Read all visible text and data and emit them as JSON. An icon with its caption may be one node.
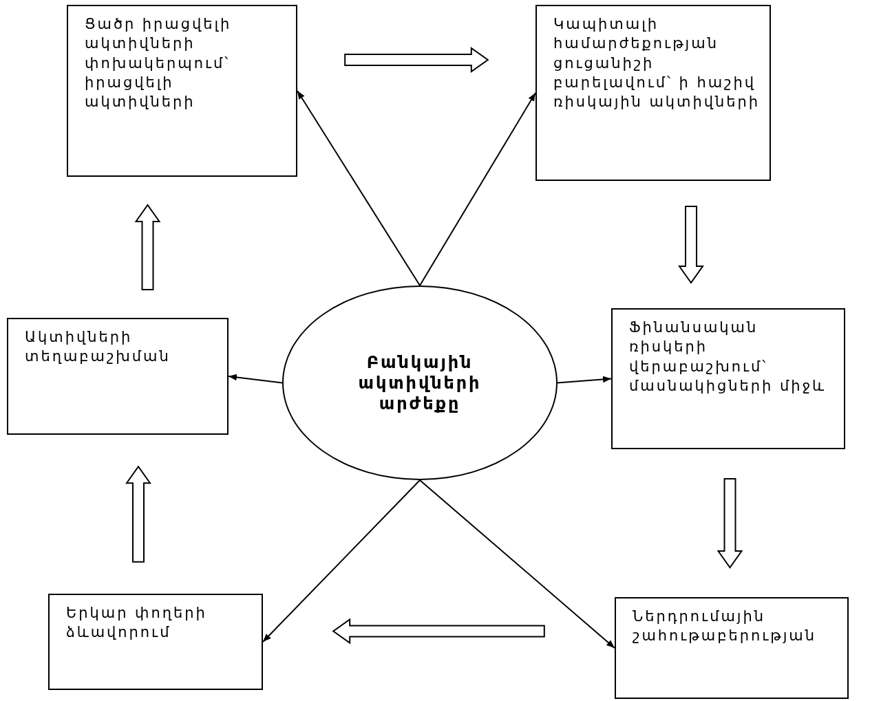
{
  "diagram": {
    "nodes": [
      {
        "text": [
          "Ցածր իրացվելի ակտիվների փոխակերպում՝ իրացվելի ակտիվների"
        ]
      },
      {
        "text": [
          "Կապիտալի համարժեքության ցուցանիշի բարելավում՝ ի հաշիվ ռիսկային ակտիվների"
        ]
      },
      {
        "text": [
          "Ակտիվների տեղաբաշխման"
        ]
      },
      {
        "text": [
          "Բանկային ակտիվների արժեքը"
        ]
      },
      {
        "text": [
          "Ֆինանսական ռիսկերի վերաբաշխում՝ մասնակիցների միջև"
        ]
      },
      {
        "text": [
          "Երկար փողերի ձևավորում"
        ]
      },
      {
        "text": [
          "Ներդրումային շահութաբերության"
        ]
      }
    ],
    "edges": [
      {
        "from": 3,
        "to": 0,
        "arrow": "to"
      },
      {
        "from": 3,
        "to": 1,
        "arrow": "to"
      },
      {
        "from": 3,
        "to": 2,
        "arrow": "to"
      },
      {
        "from": 3,
        "to": 4,
        "arrow": "to"
      },
      {
        "from": 3,
        "to": 5,
        "arrow": "to"
      },
      {
        "from": 3,
        "to": 6,
        "arrow": "to"
      },
      {
        "from": 0,
        "to": 1,
        "arrow": "to",
        "style": "thick"
      },
      {
        "from": 1,
        "to": 4,
        "arrow": "to",
        "style": "thick"
      },
      {
        "from": 4,
        "to": 6,
        "arrow": "to",
        "style": "thick"
      },
      {
        "from": 6,
        "to": 5,
        "arrow": "to",
        "style": "thick"
      },
      {
        "from": 5,
        "to": 2,
        "arrow": "to",
        "style": "thick"
      },
      {
        "from": 2,
        "to": 0,
        "arrow": "to",
        "style": "thick"
      }
    ]
  }
}
